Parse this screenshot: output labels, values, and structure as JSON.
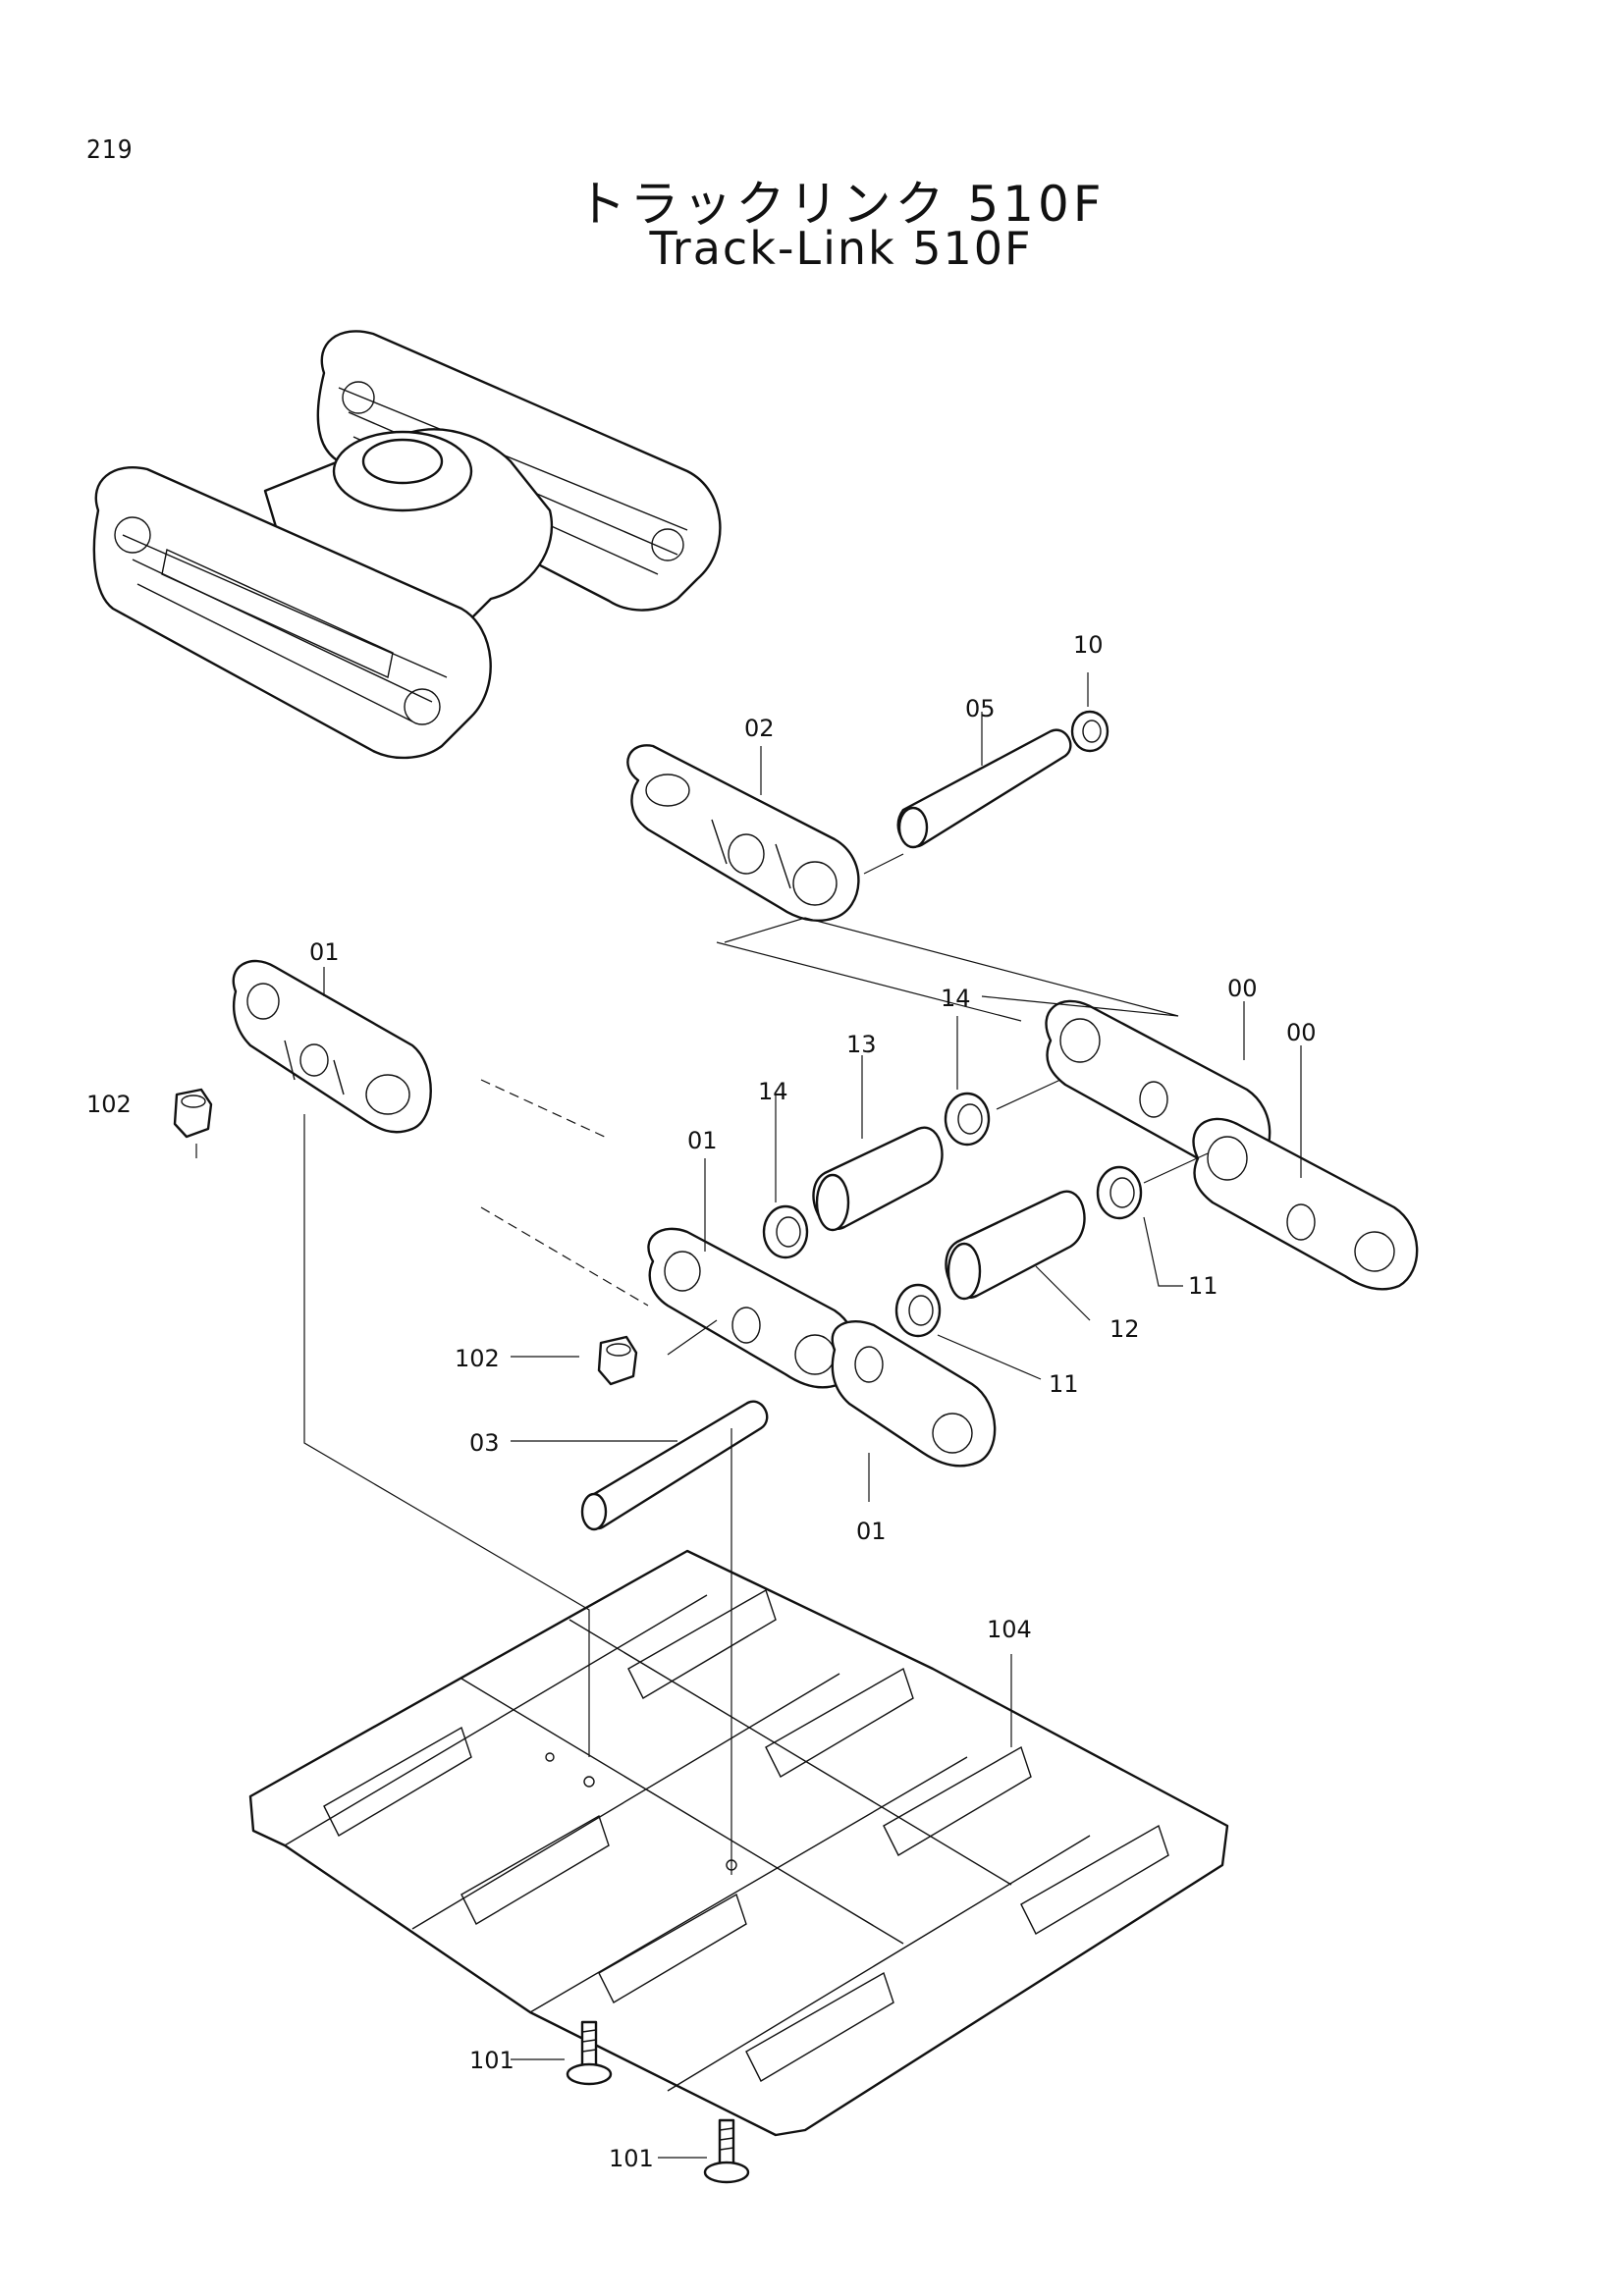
{
  "page": {
    "number": "219"
  },
  "title": {
    "japanese": "トラックリンク 510F",
    "english": "Track-Link 510F"
  },
  "callouts": {
    "c10": "10",
    "c05": "05",
    "c02": "02",
    "c01_top": "01",
    "c00_a": "00",
    "c00_b": "00",
    "c102_top": "102",
    "c14_a": "14",
    "c13": "13",
    "c14_b": "14",
    "c01_mid": "01",
    "c11_a": "11",
    "c12": "12",
    "c11_b": "11",
    "c102_mid": "102",
    "c03": "03",
    "c01_bot": "01",
    "c104": "104",
    "c101_a": "101",
    "c101_b": "101"
  }
}
